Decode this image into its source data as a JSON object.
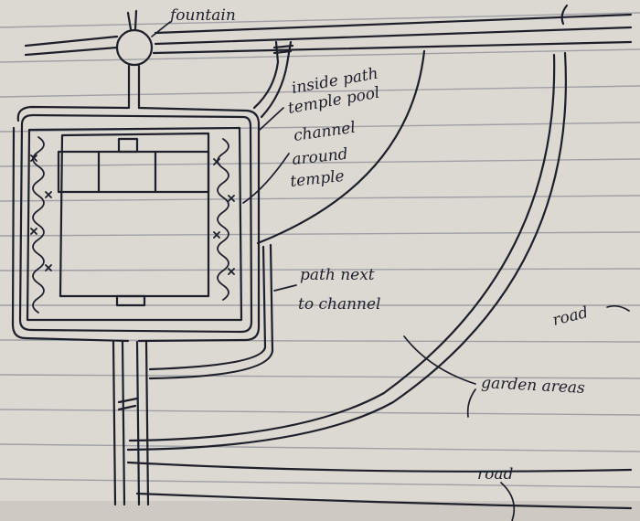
{
  "colors": {
    "paper": "#dcd8d2",
    "paper_edge": "#c9c3bc",
    "rule_line": "#8f939c",
    "ink": "#1d1f2b"
  },
  "labels": {
    "fountain": "fountain",
    "inside_path_1": "inside path",
    "inside_path_2": "temple pool",
    "channel_1": "channel",
    "channel_2": "around",
    "channel_3": "temple",
    "path_next_1": "path next",
    "path_next_2": "to channel",
    "road_right": "road",
    "garden": "garden areas",
    "road_bottom": "road"
  }
}
